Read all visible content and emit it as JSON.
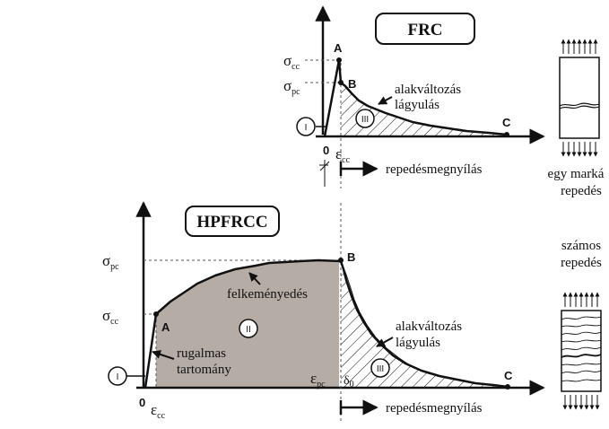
{
  "top_panel": {
    "title": "FRC",
    "sigma_cc": {
      "base": "σ",
      "sub": "cc"
    },
    "sigma_pc": {
      "base": "σ",
      "sub": "pc"
    },
    "point_a": "A",
    "point_b": "B",
    "point_c": "C",
    "region_1": "I",
    "region_3": "III",
    "origin": "0",
    "eps_cc": {
      "base": "ε",
      "sub": "cc"
    },
    "softening_line1": "alakváltozás",
    "softening_line2": "lágyulás",
    "crack_axis": "repedésmegnyílás",
    "specimen_line1": "egy marká",
    "specimen_line2": "repedés"
  },
  "bottom_panel": {
    "title": "HPFRCC",
    "sigma_pc": {
      "base": "σ",
      "sub": "pc"
    },
    "sigma_cc": {
      "base": "σ",
      "sub": "cc"
    },
    "point_a": "A",
    "point_b": "B",
    "point_c": "C",
    "region_1": "I",
    "region_2": "II",
    "region_3": "III",
    "origin": "0",
    "eps_cc": {
      "base": "ε",
      "sub": "cc"
    },
    "eps_pc": {
      "base": "ε",
      "sub": "pc"
    },
    "delta_0": {
      "base": "δ",
      "sub": "0"
    },
    "hardening": "felkeményedés",
    "elastic_line1": "rugalmas",
    "elastic_line2": "tartomány",
    "softening_line1": "alakváltozás",
    "softening_line2": "lágyulás",
    "crack_axis": "repedésmegnyílás",
    "specimen_line1": "számos",
    "specimen_line2": "repedés"
  },
  "colors": {
    "ink": "#111111",
    "hardening_fill": "#b5aca6",
    "guide": "#555555"
  }
}
